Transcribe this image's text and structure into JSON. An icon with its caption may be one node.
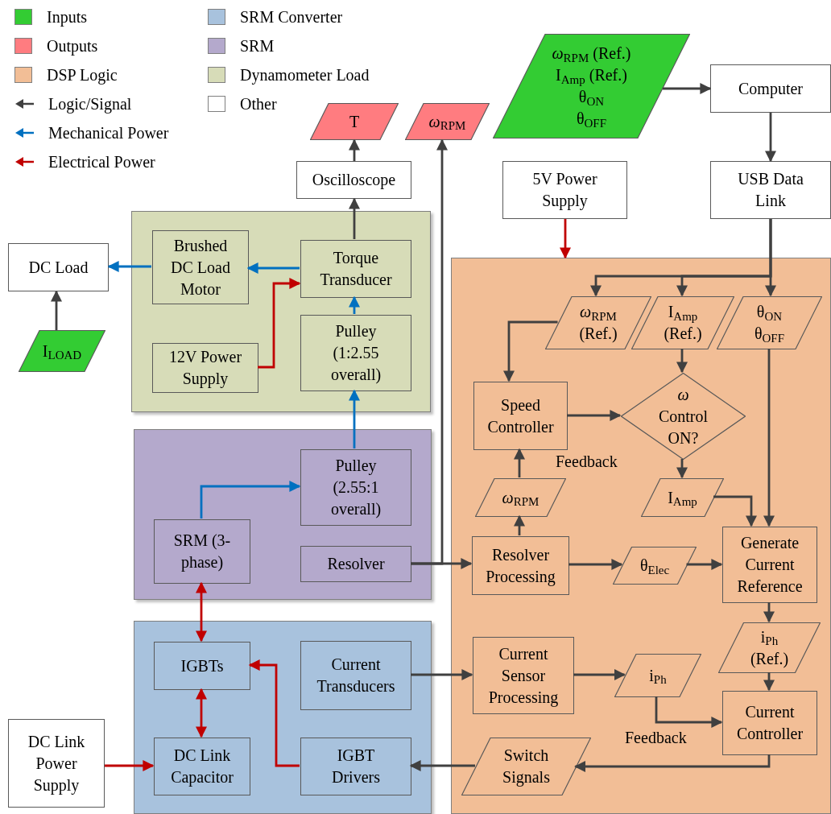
{
  "diagram": {
    "nodes": [
      {
        "text": [
          "T"
        ]
      },
      {
        "text": [
          "*ω*$_{RPM}$"
        ]
      },
      {
        "text": [
          "*ω*$_{RPM}$ (Ref.)",
          "I$_{Amp}$ (Ref.)",
          "θ$_{ON}$",
          "θ$_{OFF}$"
        ]
      },
      {
        "text": [
          "Computer"
        ]
      },
      {
        "text": [
          "Oscilloscope"
        ]
      },
      {
        "text": [
          "5V Power Supply"
        ]
      },
      {
        "text": [
          "USB Data Link"
        ]
      },
      {
        "text": [],
        "shape": "box"
      },
      {
        "text": [
          "Brushed DC Load Motor"
        ],
        "in": 7
      },
      {
        "text": [
          "Torque Transducer"
        ],
        "in": 7
      },
      {
        "text": [
          "12V Power Supply"
        ],
        "in": 7
      },
      {
        "text": [
          "Pulley (1:2.55 overall)"
        ],
        "in": 7
      },
      {
        "text": [
          "DC Load"
        ]
      },
      {
        "text": [
          "I$_{LOAD}$"
        ]
      },
      {
        "text": [],
        "shape": "box"
      },
      {
        "text": [
          "Pulley (2.55:1 overall)"
        ],
        "in": 14
      },
      {
        "text": [
          "SRM (3-phase)"
        ],
        "in": 14
      },
      {
        "text": [
          "Resolver"
        ],
        "in": 14
      },
      {
        "text": [],
        "shape": "box"
      },
      {
        "text": [
          "IGBTs"
        ],
        "in": 18
      },
      {
        "text": [
          "Current Transducers"
        ],
        "in": 18
      },
      {
        "text": [
          "DC Link Capacitor"
        ],
        "in": 18
      },
      {
        "text": [
          "IGBT Drivers"
        ],
        "in": 18
      },
      {
        "text": [
          "DC Link Power Supply"
        ]
      },
      {
        "text": [],
        "shape": "box"
      },
      {
        "text": [
          "*ω*$_{RPM}$ (Ref.)"
        ],
        "in": 24
      },
      {
        "text": [
          "I$_{Amp}$ (Ref.)"
        ],
        "in": 24
      },
      {
        "text": [
          "θ$_{ON}$",
          "θ$_{OFF}$"
        ],
        "in": 24
      },
      {
        "text": [
          "Speed Controller"
        ],
        "in": 24
      },
      {
        "text": [
          "*ω* Control ON?"
        ],
        "in": 24
      },
      {
        "text": [
          "*ω*$_{RPM}$"
        ],
        "in": 24
      },
      {
        "text": [
          "I$_{Amp}$"
        ],
        "in": 24
      },
      {
        "text": [
          "Resolver Processing"
        ],
        "in": 24
      },
      {
        "text": [
          "θ$_{Elec}$"
        ],
        "in": 24
      },
      {
        "text": [
          "Generate Current Reference"
        ],
        "in": 24
      },
      {
        "text": [
          "i$_{Ph}$ (Ref.)"
        ],
        "in": 24
      },
      {
        "text": [
          "Current Sensor Processing"
        ],
        "in": 24
      },
      {
        "text": [
          "i$_{Ph}$"
        ],
        "in": 24
      },
      {
        "text": [
          "Current Controller"
        ],
        "in": 24
      },
      {
        "text": [
          "Switch Signals"
        ],
        "in": 24
      }
    ],
    "edges": [
      {
        "from": 4,
        "to": 0,
        "arrow": "to"
      },
      {
        "from": 9,
        "to": 4,
        "arrow": "to"
      },
      {
        "from": 17,
        "to": 1,
        "arrow": "to"
      },
      {
        "from": 17,
        "to": 32,
        "arrow": "to"
      },
      {
        "from": 2,
        "to": 3,
        "arrow": "to"
      },
      {
        "from": 3,
        "to": 6,
        "arrow": "to"
      },
      {
        "from": 6,
        "to": 25,
        "arrow": "to"
      },
      {
        "from": 6,
        "to": 26,
        "arrow": "to"
      },
      {
        "from": 6,
        "to": 27,
        "arrow": "to"
      },
      {
        "from": 5,
        "to": 24,
        "arrow": "to",
        "color": "#c00000"
      },
      {
        "from": 9,
        "to": 8,
        "arrow": "to",
        "color": "#0070c0"
      },
      {
        "from": 8,
        "to": 12,
        "arrow": "to",
        "color": "#0070c0"
      },
      {
        "from": 13,
        "to": 12,
        "arrow": "to"
      },
      {
        "from": 10,
        "to": 9,
        "arrow": "to",
        "color": "#c00000"
      },
      {
        "from": 11,
        "to": 9,
        "arrow": "to",
        "color": "#0070c0"
      },
      {
        "from": 15,
        "to": 11,
        "arrow": "to",
        "color": "#0070c0"
      },
      {
        "from": 16,
        "to": 15,
        "arrow": "to",
        "color": "#0070c0"
      },
      {
        "from": 16,
        "to": 19,
        "arrow": "both",
        "color": "#c00000"
      },
      {
        "from": 19,
        "to": 21,
        "arrow": "both",
        "color": "#c00000"
      },
      {
        "from": 22,
        "to": 19,
        "arrow": "to",
        "color": "#c00000"
      },
      {
        "from": 23,
        "to": 21,
        "arrow": "to",
        "color": "#c00000"
      },
      {
        "from": 20,
        "to": 36,
        "arrow": "to"
      },
      {
        "from": 39,
        "to": 22,
        "arrow": "to"
      },
      {
        "from": 25,
        "to": 28,
        "arrow": "to"
      },
      {
        "from": 26,
        "to": 29,
        "arrow": "to"
      },
      {
        "from": 27,
        "to": 34,
        "arrow": "to"
      },
      {
        "from": 28,
        "to": 29,
        "arrow": "to"
      },
      {
        "from": 29,
        "to": 31,
        "arrow": "to"
      },
      {
        "from": 30,
        "to": 28,
        "arrow": "to"
      },
      {
        "from": 32,
        "to": 30,
        "arrow": "to"
      },
      {
        "from": 32,
        "to": 33,
        "arrow": "to"
      },
      {
        "from": 33,
        "to": 34,
        "arrow": "to"
      },
      {
        "from": 31,
        "to": 34,
        "arrow": "to"
      },
      {
        "from": 34,
        "to": 35,
        "arrow": "to"
      },
      {
        "from": 35,
        "to": 38,
        "arrow": "to"
      },
      {
        "from": 36,
        "to": 37,
        "arrow": "to"
      },
      {
        "from": 37,
        "to": 38,
        "arrow": "to"
      },
      {
        "from": 38,
        "to": 39,
        "arrow": "to"
      }
    ],
    "labels": [
      "Feedback",
      "Feedback"
    ],
    "legend": [
      {
        "text": "Inputs",
        "color": "#33cc33"
      },
      {
        "text": "Outputs",
        "color": "#ff7c80"
      },
      {
        "text": "DSP Logic",
        "color": "#f2be96"
      },
      {
        "text": "Logic/Signal"
      },
      {
        "text": "Mechanical Power"
      },
      {
        "text": "Electrical Power"
      },
      {
        "text": "SRM Converter",
        "color": "#a8c2dd"
      },
      {
        "text": "SRM",
        "color": "#b4a9cc"
      },
      {
        "text": "Dynamometer Load",
        "color": "#d7dcb8"
      },
      {
        "text": "Other",
        "color": "#ffffff"
      }
    ]
  }
}
